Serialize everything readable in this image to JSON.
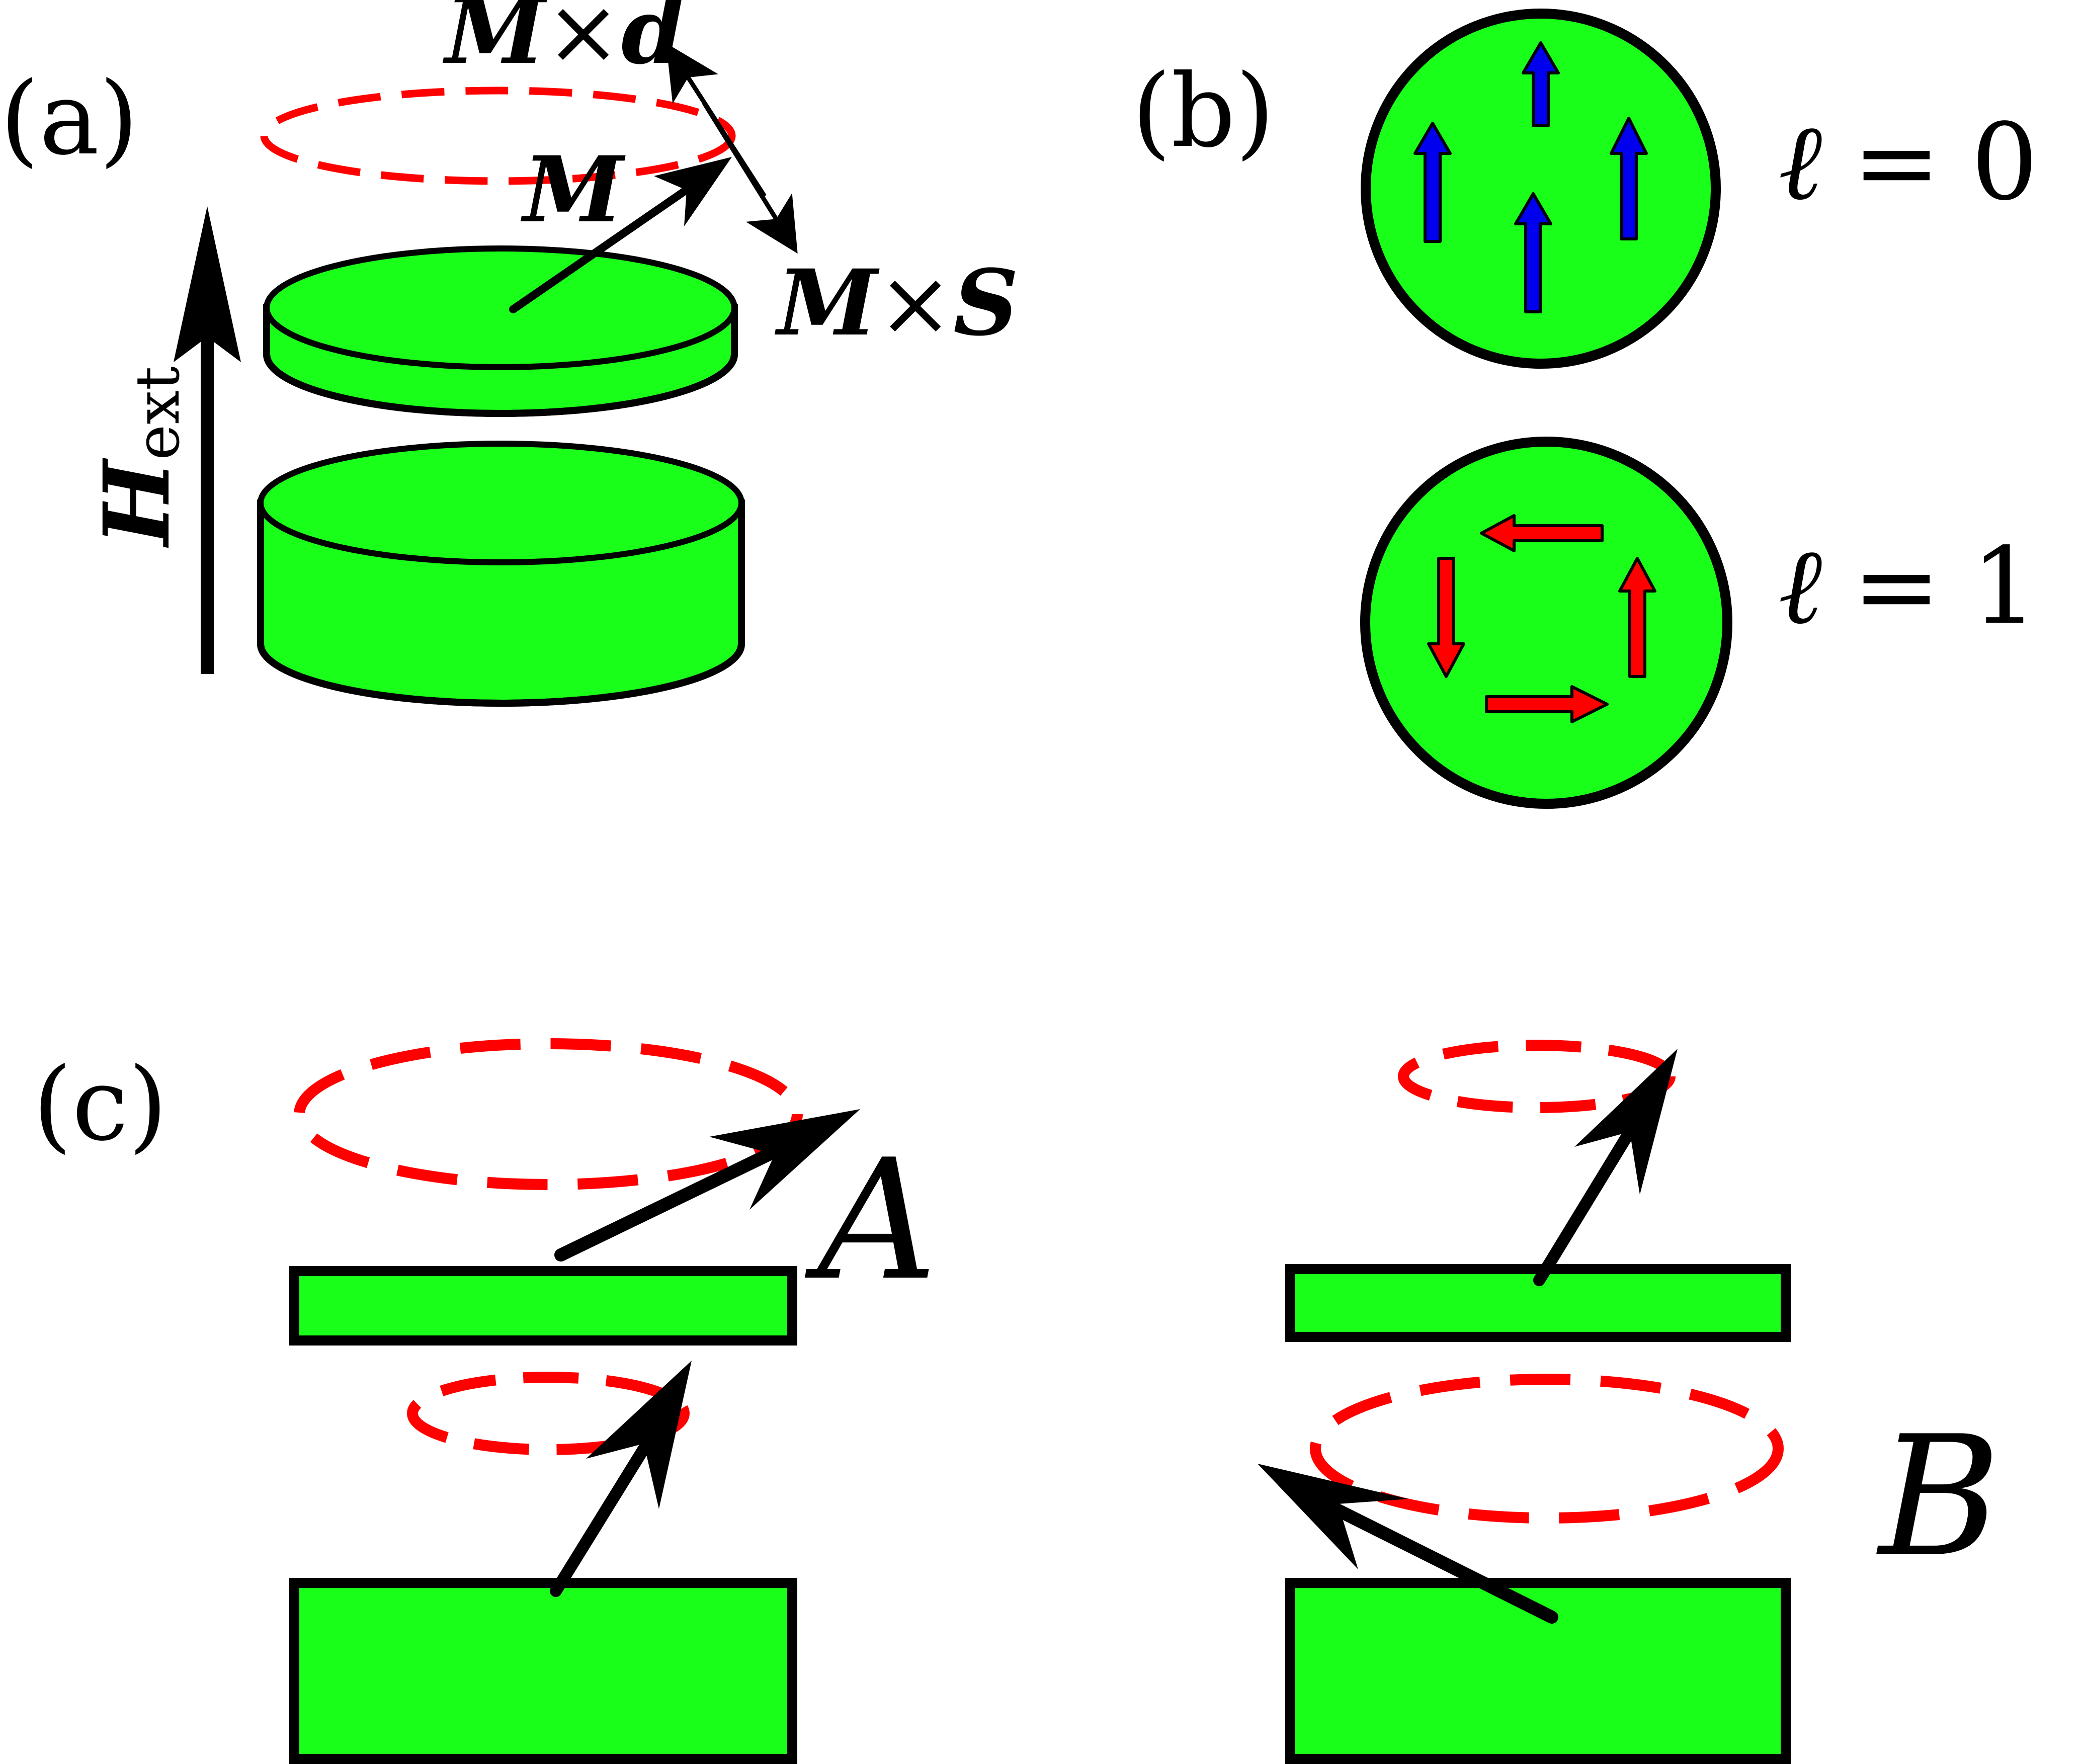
{
  "panels": {
    "a": "(a)",
    "b": "(b)",
    "c": "(c)"
  },
  "panel_a": {
    "h_field_main": "H",
    "h_field_sub": "ext",
    "m_label": "M",
    "m_cross_d_m": "M",
    "m_cross_d_op": "×",
    "m_cross_d_v": "d",
    "m_cross_s_m": "M",
    "m_cross_s_op": "×",
    "m_cross_s_v": "S"
  },
  "panel_b": {
    "mode0": {
      "symbol": "ℓ",
      "eq": "=",
      "value": "0"
    },
    "mode1": {
      "symbol": "ℓ",
      "eq": "=",
      "value": "1"
    }
  },
  "panel_c": {
    "label_a": "A",
    "label_b": "B"
  },
  "colors": {
    "disk_green": "#1aff1a",
    "precession_red": "#ff0000",
    "arrow_blue": "#0000ee",
    "outline": "#000000"
  }
}
